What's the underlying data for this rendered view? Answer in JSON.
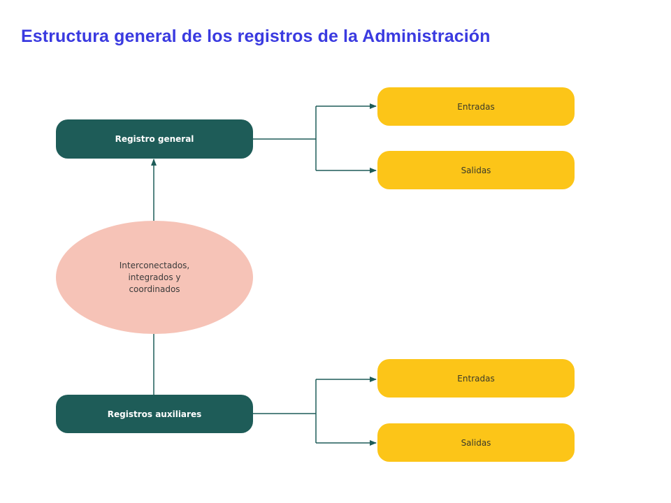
{
  "title": "Estructura general de los registros de la Administración",
  "colors": {
    "title": "#3a3ae0",
    "dark_box": "#1e5c58",
    "yellow_box": "#fcc518",
    "ellipse": "#f6c3b7",
    "connector": "#1e5c58"
  },
  "nodes": {
    "registro_general": "Registro general",
    "registros_auxiliares": "Registros auxiliares",
    "interconectados": "Interconectados, integrados y coordinados",
    "general_entradas": "Entradas",
    "general_salidas": "Salidas",
    "auxiliares_entradas": "Entradas",
    "auxiliares_salidas": "Salidas"
  }
}
